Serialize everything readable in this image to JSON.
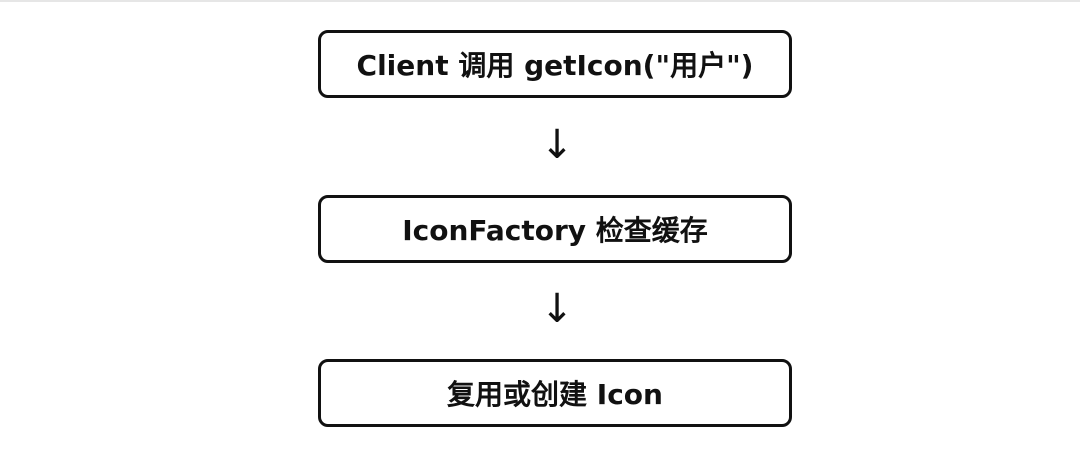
{
  "diagram": {
    "steps": [
      {
        "label": "Client 调用 getIcon(\"用户\")"
      },
      {
        "label": "IconFactory 检查缓存"
      },
      {
        "label": "复用或创建 Icon"
      }
    ],
    "arrow_glyph": "↓"
  }
}
